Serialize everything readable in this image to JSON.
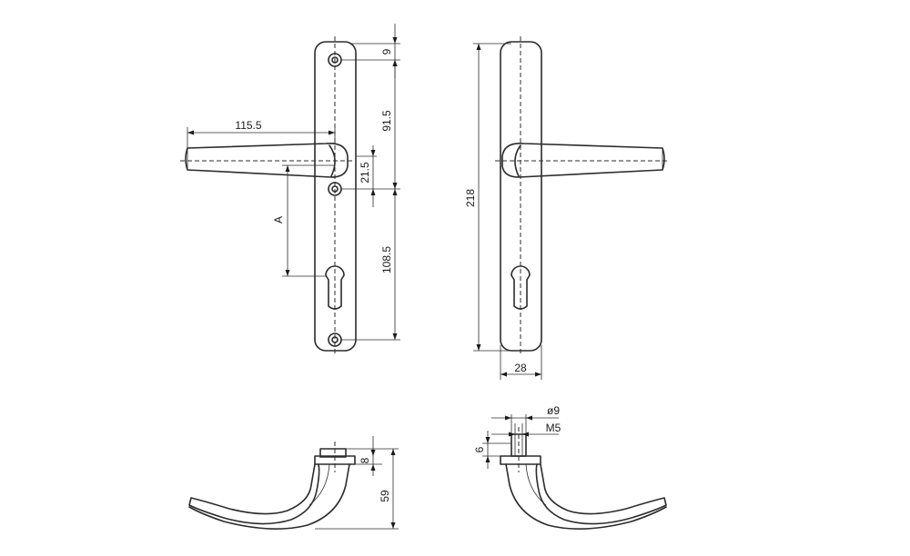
{
  "dimensions": {
    "top_hole_offset": "9",
    "lever_to_spindle": "91.5",
    "lever_length": "115.5",
    "spindle_offset": "21.5",
    "backset": "A",
    "keyhole_to_bottom": "108.5",
    "plate_height": "218",
    "plate_width": "28",
    "rose_height": "8",
    "lever_projection": "59",
    "spindle_diameter": "ø9",
    "screw_thread": "M5",
    "screw_offset": "6"
  },
  "colors": {
    "line": "#2b2b2b",
    "background": "#ffffff"
  }
}
